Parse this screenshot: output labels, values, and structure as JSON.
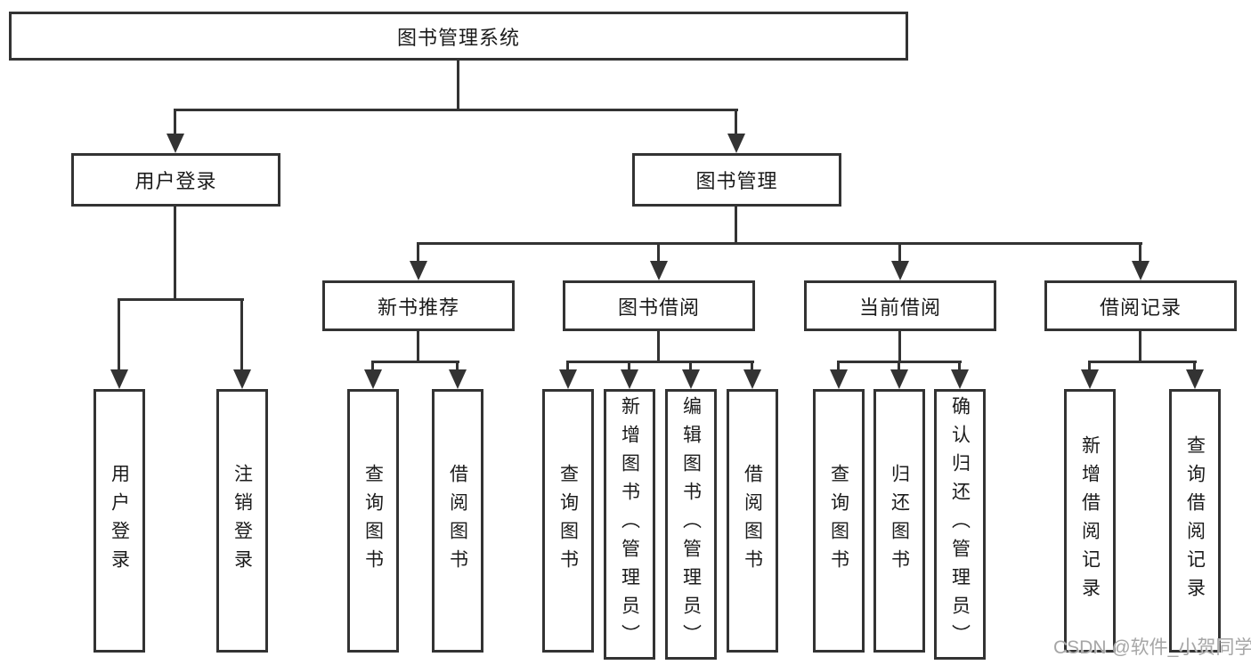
{
  "tree": {
    "label": "图书管理系统",
    "children": [
      {
        "label": "用户登录",
        "children": [
          {
            "label": "用户登录"
          },
          {
            "label": "注销登录"
          }
        ]
      },
      {
        "label": "图书管理",
        "children": [
          {
            "label": "新书推荐",
            "children": [
              {
                "label": "查询图书"
              },
              {
                "label": "借阅图书"
              }
            ]
          },
          {
            "label": "图书借阅",
            "children": [
              {
                "label": "查询图书"
              },
              {
                "label": "新增图书（管理员）"
              },
              {
                "label": "编辑图书（管理员）"
              },
              {
                "label": "借阅图书"
              }
            ]
          },
          {
            "label": "当前借阅",
            "children": [
              {
                "label": "查询图书"
              },
              {
                "label": "归还图书"
              },
              {
                "label": "确认归还（管理员）"
              }
            ]
          },
          {
            "label": "借阅记录",
            "children": [
              {
                "label": "新增借阅记录"
              },
              {
                "label": "查询借阅记录"
              }
            ]
          }
        ]
      }
    ]
  },
  "watermark": "CSDN @软件_小贺同学",
  "colors": {
    "line": "#333333",
    "box_border": "#333333",
    "text": "#1b1b1b",
    "watermark": "#a6a6a6",
    "background": "#ffffff"
  }
}
